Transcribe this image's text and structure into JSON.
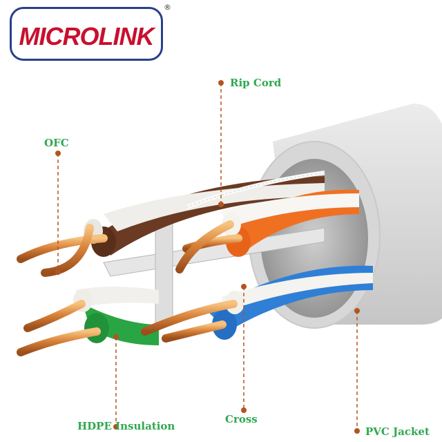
{
  "brand": {
    "name": "MICROLINK",
    "registered": "®"
  },
  "labels": {
    "rip_cord": "Rip Cord",
    "ofc": "OFC",
    "hdpe_insulation": "HDPE Insulation",
    "cross": "Cross",
    "pvc_jacket": "PVC Jacket"
  },
  "colors": {
    "label_text": "#2fa84f",
    "leader_line": "#b3541e",
    "logo_red": "#c8102e",
    "logo_border": "#27408b",
    "jacket": "#dcdcdc",
    "copper": "#d98a3a",
    "pair_brown": "#6b3a22",
    "pair_orange": "#f07022",
    "pair_green": "#2aa543",
    "pair_blue": "#2f7fd6"
  }
}
